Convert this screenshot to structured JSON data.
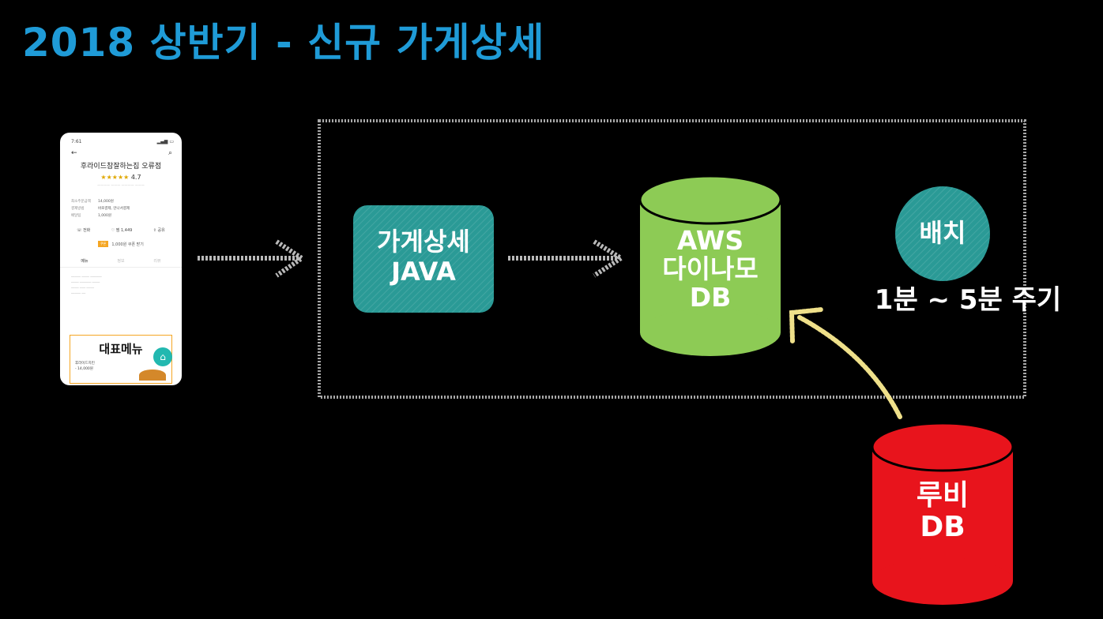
{
  "title": "2018 상반기 - 신규 가게상세",
  "nodes": {
    "java": {
      "line1": "가게상세",
      "line2": "JAVA",
      "color": "#2a9a96"
    },
    "dynamo": {
      "line1": "AWS",
      "line2": "다이나모",
      "line3": "DB",
      "color": "#8dcb55"
    },
    "ruby": {
      "line1": "루비",
      "line2": "DB",
      "color": "#e8141c"
    },
    "batch": {
      "label": "배치",
      "period": "1분 ~ 5분 주기",
      "color": "#2a9a96"
    }
  },
  "colors": {
    "title": "#1f9bd7",
    "arrow": "#b9b9b9",
    "yellow_arrow": "#efe08a",
    "box_border": "#a8a8a8"
  },
  "phone": {
    "time": "7:61",
    "back_icon": "back-arrow-icon",
    "search_icon": "search-icon",
    "store_name": "후라이드참잘하는집 오류점",
    "stars": "★★★★★",
    "rating": "4.7",
    "info_rows": [
      {
        "key": "최소주문금액",
        "val": "14,000원"
      },
      {
        "key": "결제방법",
        "val": "바로결제, 만나서결제"
      },
      {
        "key": "배달팁",
        "val": "1,000원"
      }
    ],
    "actions": [
      "전화",
      "찜 1,449",
      "공유"
    ],
    "coupon_tag": "쿠폰",
    "coupon_text": "1,000원 쿠폰 받기",
    "tabs": [
      "메뉴",
      "정보",
      "리뷰"
    ],
    "menu_header": "대표메뉴",
    "menu_item": "후라이드치킨",
    "menu_price": "- 14,000원"
  }
}
